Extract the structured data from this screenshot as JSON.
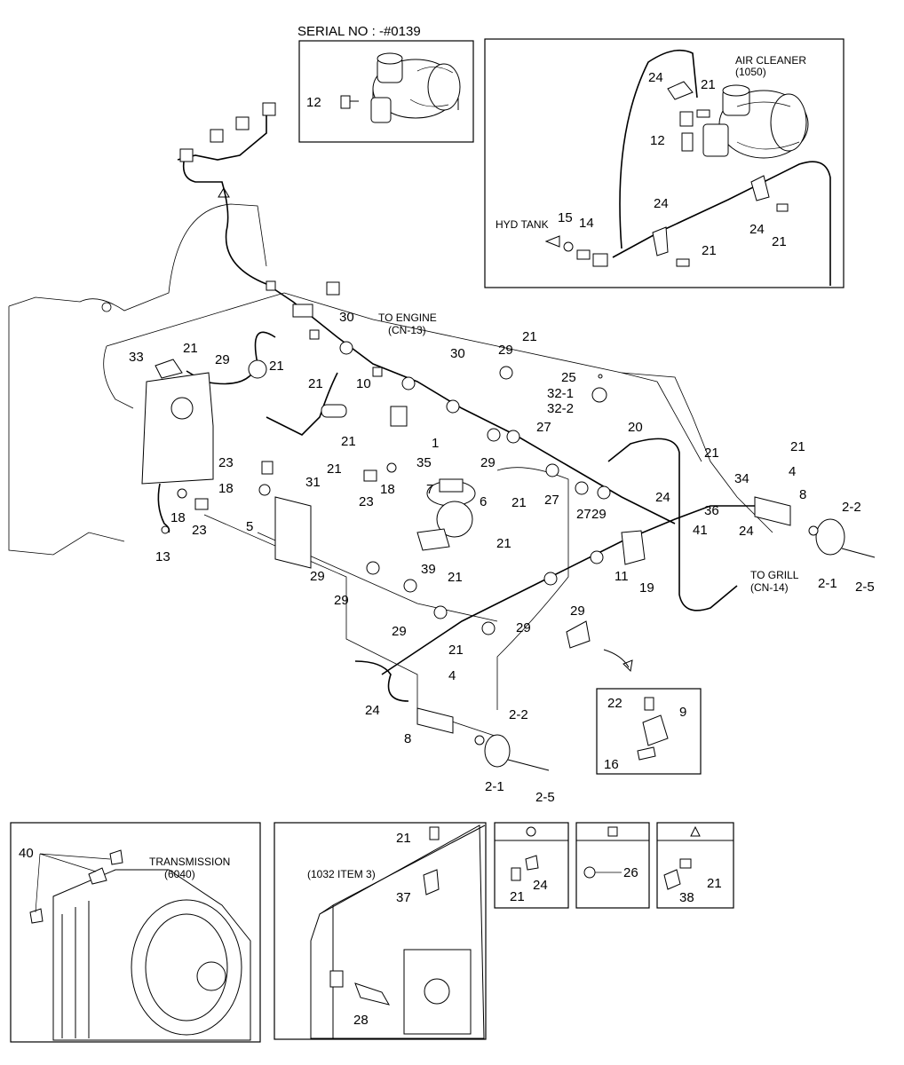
{
  "serial_note": "SERIAL NO : -#0139",
  "captions": {
    "air_cleaner": "AIR CLEANER",
    "air_cleaner_ref": "(1050)",
    "hyd_tank": "HYD TANK",
    "to_engine": "TO ENGINE",
    "to_engine_ref": "(CN-13)",
    "to_grill": "TO GRILL",
    "to_grill_ref": "(CN-14)",
    "transmission": "TRANSMISSION",
    "transmission_ref": "(6040)",
    "item_ref": "(1032 ITEM 3)"
  },
  "part_numbers": [
    "1",
    "2-1",
    "2-2",
    "2-5",
    "4",
    "5",
    "6",
    "7",
    "8",
    "9",
    "10",
    "11",
    "12",
    "13",
    "14",
    "15",
    "16",
    "18",
    "19",
    "20",
    "21",
    "22",
    "23",
    "24",
    "25",
    "26",
    "27",
    "28",
    "29",
    "30",
    "31",
    "32-1",
    "32-2",
    "33",
    "34",
    "35",
    "36",
    "37",
    "38",
    "39",
    "40",
    "41"
  ],
  "legend_symbols": [
    "circle",
    "square",
    "triangle"
  ]
}
